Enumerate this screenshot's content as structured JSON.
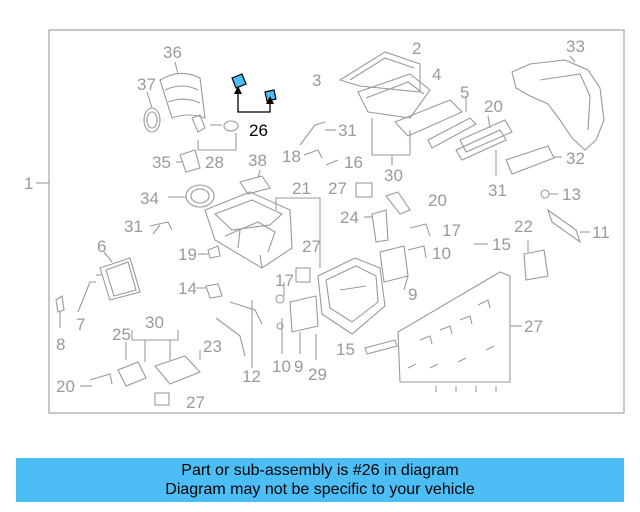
{
  "diagram": {
    "highlight_color": "#4dbef5",
    "line_color": "#9a9a9a",
    "callouts": {
      "c1": "1",
      "c2": "2",
      "c3": "3",
      "c4": "4",
      "c5": "5",
      "c6": "6",
      "c7": "7",
      "c8": "8",
      "c9": "9",
      "c10": "10",
      "c11": "11",
      "c12": "12",
      "c13": "13",
      "c14": "14",
      "c15a": "15",
      "c15b": "15",
      "c16": "16",
      "c17a": "17",
      "c17b": "17",
      "c18": "18",
      "c19": "19",
      "c20a": "20",
      "c20b": "20",
      "c20c": "20",
      "c21": "21",
      "c22": "22",
      "c23": "23",
      "c24": "24",
      "c25": "25",
      "c26": "26",
      "c27a": "27",
      "c27b": "27",
      "c27c": "27",
      "c27d": "27",
      "c28": "28",
      "c29": "29",
      "c30a": "30",
      "c30b": "30",
      "c31a": "31",
      "c31b": "31",
      "c31c": "31",
      "c32": "32",
      "c33": "33",
      "c34": "34",
      "c35": "35",
      "c36": "36",
      "c37": "37",
      "c38": "38"
    }
  },
  "banner": {
    "line1": "Part or sub-assembly is #26 in diagram",
    "line2": "Diagram may not be specific to your vehicle",
    "color": "#4dbef5"
  }
}
